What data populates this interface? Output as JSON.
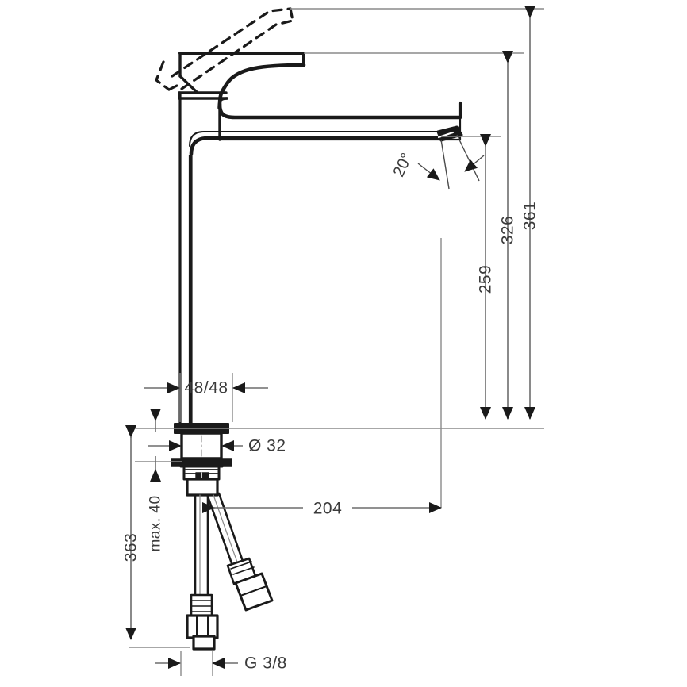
{
  "drawing": {
    "type": "technical-dimension-drawing",
    "subject": "single-lever basin mixer tap (highriser), side elevation",
    "units": "mm",
    "line_color": "#1a1a1a",
    "dimension_color": "#3b3b3b",
    "background_color": "#ffffff"
  },
  "dimensions": {
    "spout_projection": {
      "label": "204",
      "orientation": "horizontal",
      "description": "spout reach from tap axis"
    },
    "spout_outlet_height": {
      "label": "259",
      "orientation": "vertical",
      "description": "height from mounting surface to spout outlet"
    },
    "body_height": {
      "label": "326",
      "orientation": "vertical",
      "description": "height to top of body / lever"
    },
    "total_height": {
      "label": "361",
      "orientation": "vertical",
      "description": "overall height with lever raised"
    },
    "below_deck_length": {
      "label": "363",
      "orientation": "vertical",
      "description": "length below mounting surface including hoses"
    },
    "max_deck_thickness": {
      "label": "max. 40",
      "orientation": "vertical",
      "description": "maximum basin / deck thickness"
    },
    "body_width": {
      "label": "48/48",
      "orientation": "horizontal",
      "description": "body cross-section width/depth"
    },
    "shank_diameter": {
      "label": "Ø 32",
      "orientation": "horizontal",
      "description": "mounting shank diameter"
    },
    "connection_thread": {
      "label": "G 3/8",
      "orientation": "horizontal",
      "description": "supply hose connection thread"
    },
    "spout_angle": {
      "label": "20°",
      "orientation": "angular",
      "description": "outlet jet angle"
    }
  },
  "labels": [
    {
      "id": "d204",
      "text": "204"
    },
    {
      "id": "d259",
      "text": "259"
    },
    {
      "id": "d326",
      "text": "326"
    },
    {
      "id": "d361",
      "text": "361"
    },
    {
      "id": "d363",
      "text": "363"
    },
    {
      "id": "dmax40",
      "text": "max. 40"
    },
    {
      "id": "d4848",
      "text": "48/48"
    },
    {
      "id": "ddia32",
      "text": "Ø 32"
    },
    {
      "id": "dg38",
      "text": "G 3/8"
    },
    {
      "id": "dangle20",
      "text": "20°"
    }
  ]
}
